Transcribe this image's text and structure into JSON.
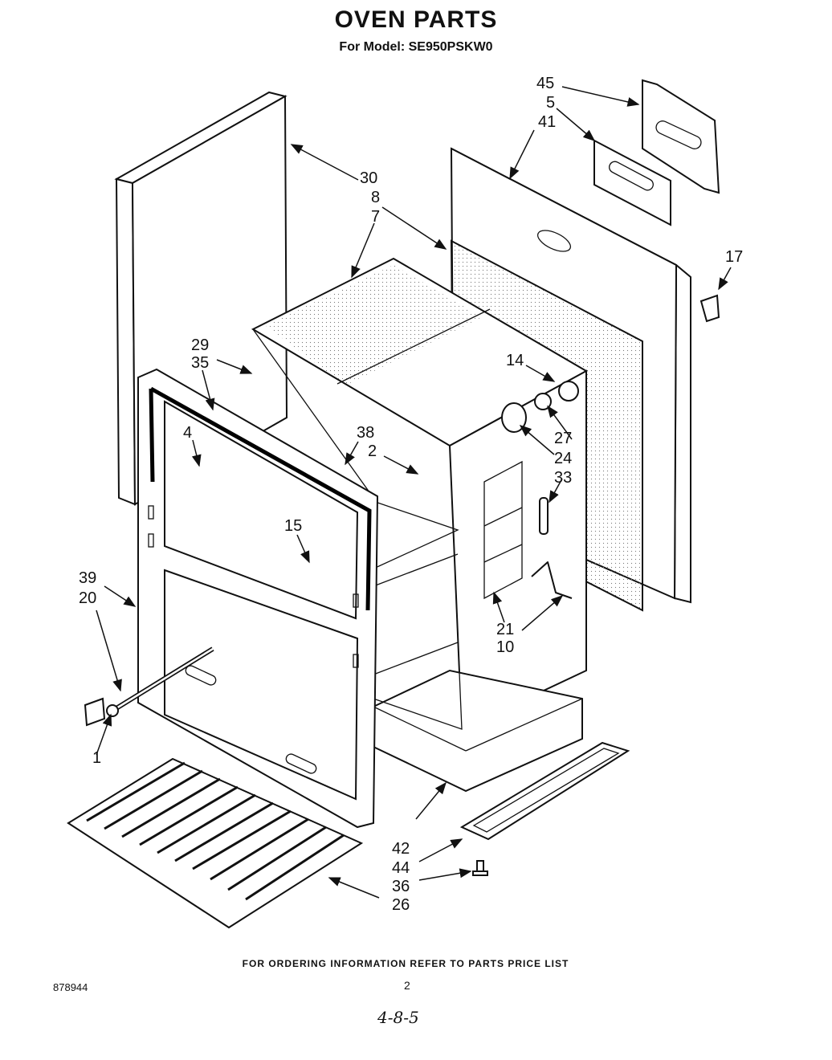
{
  "header": {
    "title": "OVEN PARTS",
    "subtitle": "For Model: SE950PSKW0"
  },
  "footer": {
    "note": "FOR ORDERING INFORMATION REFER TO PARTS PRICE LIST",
    "doc_number": "878944",
    "page_number": "2",
    "handwritten": "4-8-5"
  },
  "callouts": {
    "c45": "45",
    "c5": "5",
    "c41": "41",
    "c30": "30",
    "c8": "8",
    "c7": "7",
    "c17": "17",
    "c29": "29",
    "c35": "35",
    "c14": "14",
    "c4": "4",
    "c38": "38",
    "c2": "2",
    "c27": "27",
    "c24": "24",
    "c33": "33",
    "c15": "15",
    "c39": "39",
    "c20": "20",
    "c21": "21",
    "c10": "10",
    "c1": "1",
    "c42": "42",
    "c44": "44",
    "c36": "36",
    "c26": "26"
  }
}
